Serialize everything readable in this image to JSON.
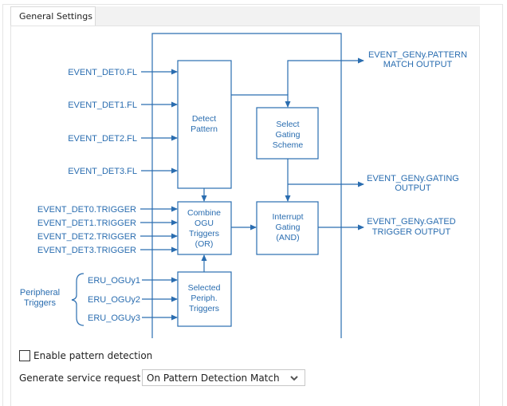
{
  "tab": {
    "label": "General Settings"
  },
  "diagram": {
    "inputs_fl": [
      "EVENT_DET0.FL",
      "EVENT_DET1.FL",
      "EVENT_DET2.FL",
      "EVENT_DET3.FL"
    ],
    "inputs_trigger": [
      "EVENT_DET0.TRIGGER",
      "EVENT_DET1.TRIGGER",
      "EVENT_DET2.TRIGGER",
      "EVENT_DET3.TRIGGER"
    ],
    "peripheral": {
      "group_label": [
        "Peripheral",
        "Triggers"
      ],
      "inputs": [
        "ERU_OGUy1",
        "ERU_OGUy2",
        "ERU_OGUy3"
      ]
    },
    "blocks": {
      "detect": [
        "Detect",
        "Pattern"
      ],
      "gating": [
        "Select",
        "Gating",
        "Scheme"
      ],
      "combine": [
        "Combine",
        "OGU",
        "Triggers",
        "(OR)"
      ],
      "interrupt": [
        "Interrupt",
        "Gating",
        "(AND)"
      ],
      "selected": [
        "Selected",
        "Periph.",
        "Triggers"
      ]
    },
    "outputs": {
      "pattern": [
        "EVENT_GENy.PATTERN",
        "MATCH OUTPUT"
      ],
      "gating": [
        "EVENT_GENy.GATING",
        "OUTPUT"
      ],
      "gated": [
        "EVENT_GENy.GATED",
        "TRIGGER OUTPUT"
      ]
    },
    "colors": {
      "line": "#2a6db0",
      "text": "#2a6db0"
    }
  },
  "pattern_detection": {
    "label": "Enable pattern detection",
    "checked": false
  },
  "service_request": {
    "label": "Generate service request :",
    "value": "On Pattern Detection Match",
    "icon": "chevron-down-icon"
  }
}
